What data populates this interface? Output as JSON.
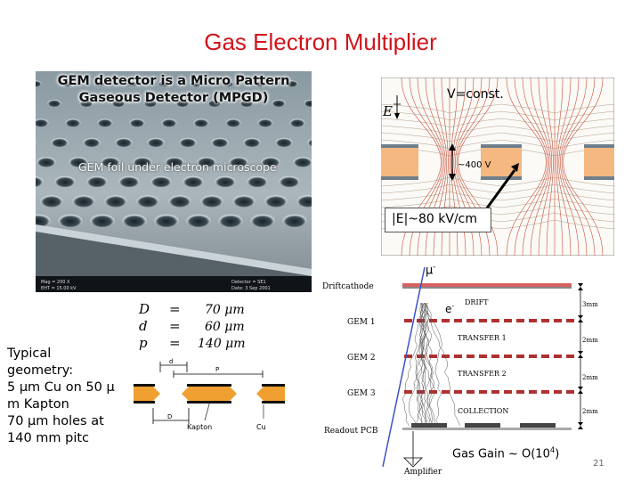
{
  "title": "Gas Electron Multiplier",
  "micrograph": {
    "caption": "GEM detector is a Micro Pattern Gaseous Detector (MPGD)",
    "overlay": "GEM foil under electron microscope",
    "sem_info": [
      "Mag = 200 X",
      "EHT = 15.00 kV",
      "Detector = SE1",
      "Date: 3 Sep 2001"
    ]
  },
  "field_map": {
    "v_const": "V=const.",
    "e_vector": "E",
    "voltage": "~400 V",
    "e_field": "|E|~80 kV/cm"
  },
  "particles": {
    "muon": "μ",
    "muon_sup": "-",
    "electron": "e",
    "electron_sup": "-"
  },
  "geometry": {
    "symbols": [
      {
        "sym": "D",
        "eq": "=",
        "val": "70 μm"
      },
      {
        "sym": "d",
        "eq": "=",
        "val": "60 μm"
      },
      {
        "sym": "p",
        "eq": "=",
        "val": "140 μm"
      }
    ],
    "dim_labels": {
      "d": "d",
      "p": "P",
      "D": "D",
      "kapton": "Kapton",
      "cu": "Cu"
    },
    "typical_text": [
      "Typical",
      "geometry:",
      "5 μm Cu on 50 μ",
      "m Kapton",
      "70 μm holes at",
      "140 mm pitc"
    ]
  },
  "stack": {
    "layers": [
      "Driftcathode",
      "GEM 1",
      "GEM 2",
      "GEM 3",
      "Readout PCB"
    ],
    "gaps": [
      "DRIFT",
      "TRANSFER 1",
      "TRANSFER 2",
      "COLLECTION"
    ],
    "sizes": [
      "3mm",
      "2mm",
      "2mm",
      "2mm"
    ],
    "amplifier": "Amplifier",
    "gain": "Gas Gain ~ O(10",
    "gain_exp": "4",
    "gain_close": ")"
  },
  "page_number": "21",
  "colors": {
    "title": "#d0141b",
    "copper": "#f0a030",
    "kapton_band": "#f6c48a"
  }
}
